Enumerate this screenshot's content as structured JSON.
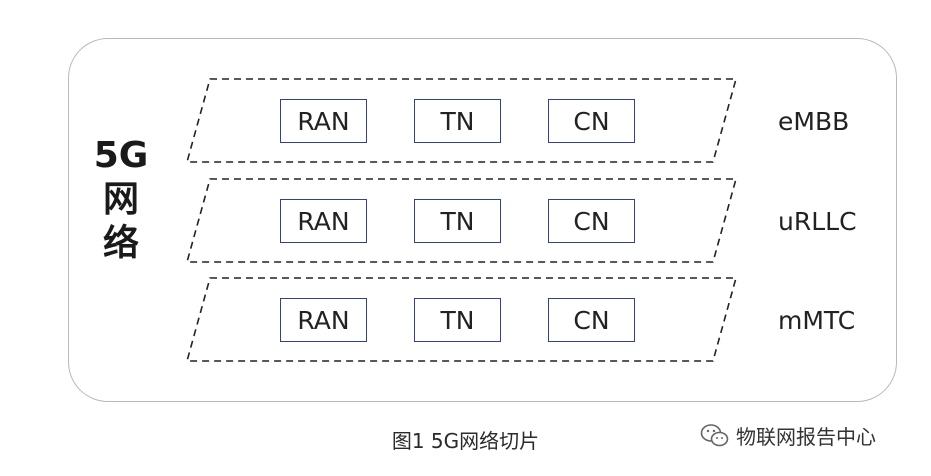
{
  "network": {
    "label_lines": [
      "5G",
      "网",
      "络"
    ]
  },
  "slices": [
    {
      "name": "eMBB",
      "components": [
        "RAN",
        "TN",
        "CN"
      ]
    },
    {
      "name": "uRLLC",
      "components": [
        "RAN",
        "TN",
        "CN"
      ]
    },
    {
      "name": "mMTC",
      "components": [
        "RAN",
        "TN",
        "CN"
      ]
    }
  ],
  "caption": "图1  5G网络切片",
  "watermark": {
    "text": "物联网报告中心",
    "icon": "wechat-icon"
  },
  "colors": {
    "box_border": "#2f3f9a",
    "outer_border": "#b9b9b9",
    "dash": "#222222"
  }
}
